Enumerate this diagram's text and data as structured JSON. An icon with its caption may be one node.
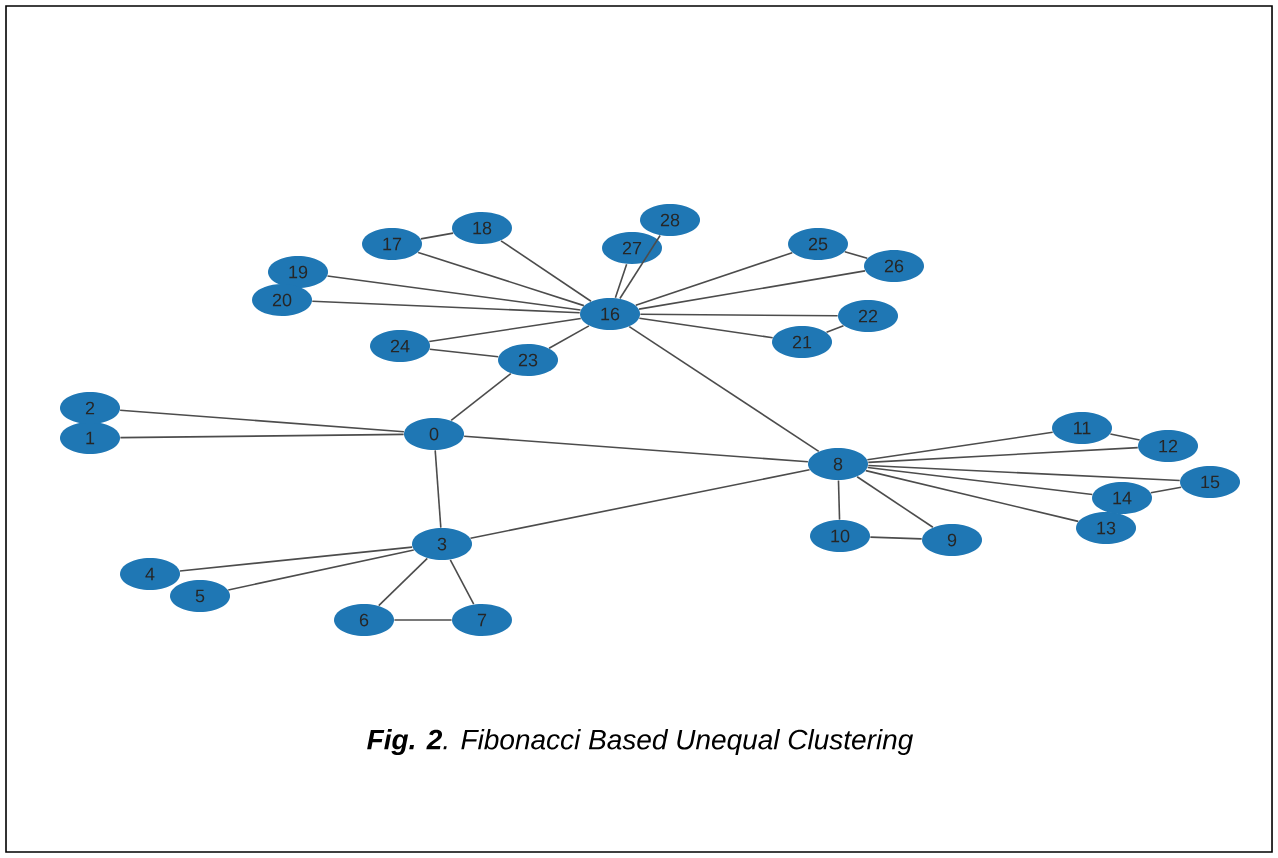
{
  "diagram": {
    "caption": "**Fig. 2**. Fibonacci Based Unequal Clustering",
    "nodes": [
      {
        "text": [
          "0"
        ]
      },
      {
        "text": [
          "1"
        ]
      },
      {
        "text": [
          "2"
        ]
      },
      {
        "text": [
          "3"
        ]
      },
      {
        "text": [
          "4"
        ]
      },
      {
        "text": [
          "5"
        ]
      },
      {
        "text": [
          "6"
        ]
      },
      {
        "text": [
          "7"
        ]
      },
      {
        "text": [
          "8"
        ]
      },
      {
        "text": [
          "9"
        ]
      },
      {
        "text": [
          "10"
        ]
      },
      {
        "text": [
          "11"
        ]
      },
      {
        "text": [
          "12"
        ]
      },
      {
        "text": [
          "13"
        ]
      },
      {
        "text": [
          "14"
        ]
      },
      {
        "text": [
          "15"
        ]
      },
      {
        "text": [
          "16"
        ]
      },
      {
        "text": [
          "17"
        ]
      },
      {
        "text": [
          "18"
        ]
      },
      {
        "text": [
          "19"
        ]
      },
      {
        "text": [
          "20"
        ]
      },
      {
        "text": [
          "21"
        ]
      },
      {
        "text": [
          "22"
        ]
      },
      {
        "text": [
          "23"
        ]
      },
      {
        "text": [
          "24"
        ]
      },
      {
        "text": [
          "25"
        ]
      },
      {
        "text": [
          "26"
        ]
      },
      {
        "text": [
          "27"
        ]
      },
      {
        "text": [
          "28"
        ]
      }
    ],
    "edges": [
      {
        "from": 0,
        "to": 1,
        "arrow": "none"
      },
      {
        "from": 0,
        "to": 2,
        "arrow": "none"
      },
      {
        "from": 0,
        "to": 23,
        "arrow": "none"
      },
      {
        "from": 0,
        "to": 3,
        "arrow": "none"
      },
      {
        "from": 0,
        "to": 8,
        "arrow": "none"
      },
      {
        "from": 3,
        "to": 4,
        "arrow": "none"
      },
      {
        "from": 3,
        "to": 5,
        "arrow": "none"
      },
      {
        "from": 3,
        "to": 6,
        "arrow": "none"
      },
      {
        "from": 3,
        "to": 7,
        "arrow": "none"
      },
      {
        "from": 6,
        "to": 7,
        "arrow": "none"
      },
      {
        "from": 3,
        "to": 8,
        "arrow": "none"
      },
      {
        "from": 16,
        "to": 17,
        "arrow": "none"
      },
      {
        "from": 17,
        "to": 18,
        "arrow": "none"
      },
      {
        "from": 16,
        "to": 18,
        "arrow": "none"
      },
      {
        "from": 16,
        "to": 19,
        "arrow": "none"
      },
      {
        "from": 16,
        "to": 20,
        "arrow": "none"
      },
      {
        "from": 16,
        "to": 24,
        "arrow": "none"
      },
      {
        "from": 24,
        "to": 23,
        "arrow": "none"
      },
      {
        "from": 16,
        "to": 23,
        "arrow": "none"
      },
      {
        "from": 16,
        "to": 27,
        "arrow": "none"
      },
      {
        "from": 16,
        "to": 28,
        "arrow": "none"
      },
      {
        "from": 16,
        "to": 25,
        "arrow": "none"
      },
      {
        "from": 16,
        "to": 26,
        "arrow": "none"
      },
      {
        "from": 25,
        "to": 26,
        "arrow": "none"
      },
      {
        "from": 16,
        "to": 22,
        "arrow": "none"
      },
      {
        "from": 16,
        "to": 21,
        "arrow": "none"
      },
      {
        "from": 21,
        "to": 22,
        "arrow": "none"
      },
      {
        "from": 16,
        "to": 8,
        "arrow": "none"
      },
      {
        "from": 8,
        "to": 11,
        "arrow": "none"
      },
      {
        "from": 8,
        "to": 12,
        "arrow": "none"
      },
      {
        "from": 11,
        "to": 12,
        "arrow": "none"
      },
      {
        "from": 8,
        "to": 15,
        "arrow": "none"
      },
      {
        "from": 8,
        "to": 14,
        "arrow": "none"
      },
      {
        "from": 14,
        "to": 15,
        "arrow": "none"
      },
      {
        "from": 8,
        "to": 13,
        "arrow": "none"
      },
      {
        "from": 8,
        "to": 10,
        "arrow": "none"
      },
      {
        "from": 8,
        "to": 9,
        "arrow": "none"
      },
      {
        "from": 10,
        "to": 9,
        "arrow": "none"
      }
    ]
  }
}
